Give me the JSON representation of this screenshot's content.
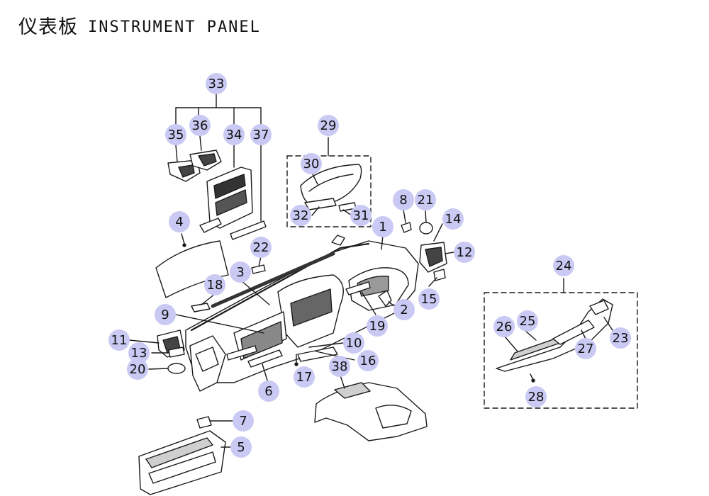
{
  "header": {
    "title_zh": "仪表板",
    "title_en": "INSTRUMENT PANEL"
  },
  "colors": {
    "callout_fill": "#c9c9f4",
    "line": "#1a1a1a",
    "part_fill": "#ffffff",
    "part_shade": "#cfcfcf"
  },
  "callouts": [
    "1",
    "2",
    "3",
    "4",
    "5",
    "6",
    "7",
    "8",
    "9",
    "10",
    "11",
    "12",
    "13",
    "14",
    "15",
    "16",
    "17",
    "18",
    "19",
    "20",
    "21",
    "22",
    "23",
    "24",
    "25",
    "26",
    "27",
    "28",
    "29",
    "30",
    "31",
    "32",
    "33",
    "34",
    "35",
    "36",
    "37",
    "38"
  ]
}
